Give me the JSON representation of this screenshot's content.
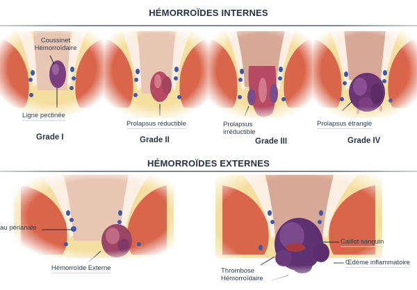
{
  "internal": {
    "title": "HÉMORROÏDES INTERNES",
    "grades": [
      {
        "grade": "Grade I",
        "labels": {
          "top": "Coussinet",
          "top2": "Hémorroïdaire",
          "bottom": "Ligne pectinée"
        }
      },
      {
        "grade": "Grade II",
        "labels": {
          "bottom": "Prolapsus réductible"
        }
      },
      {
        "grade": "Grade III",
        "labels": {
          "bottom": "Prolapsus",
          "bottom2": "irréductible"
        }
      },
      {
        "grade": "Grade IV",
        "labels": {
          "bottom": "Prolapsus étranglé"
        }
      }
    ]
  },
  "external": {
    "title": "HÉMORROÏDES EXTERNES",
    "panels": [
      {
        "labels": {
          "left": "au périanale",
          "bottom": "Hémorroïde Externe"
        }
      },
      {
        "labels": {
          "clot": "Caillot sanguin",
          "edema": "Œdéme inflammatoire",
          "thrombosis": "Thrombose",
          "thrombosis2": "Hémorroïdaire"
        }
      }
    ]
  },
  "colors": {
    "muscle": "#d9654a",
    "muscle_light": "#ec9a7a",
    "fat": "#f5dfa0",
    "canal": "#e8c6b4",
    "hemorrhoid": "#7a3f7e",
    "hemorrhoid_red": "#b64a63",
    "vein": "#3f57a8",
    "title_text": "#263140",
    "label_text": "#2d3a4c"
  }
}
